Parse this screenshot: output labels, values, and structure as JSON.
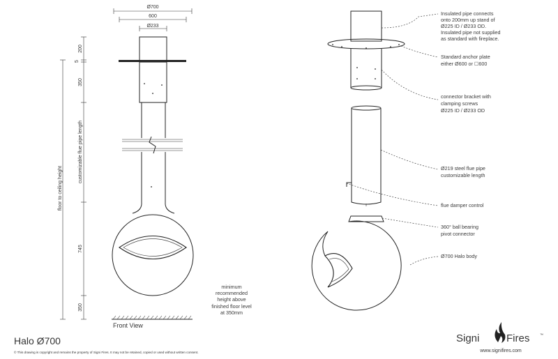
{
  "title": "Halo Ø700",
  "view_label": "Front View",
  "copyright": "© This drawing is copyright and remains the property of Signi Fires. It may not be retained, copied or used without written consent.",
  "brand": {
    "name_left": "Signi",
    "name_right": "Fires",
    "tm": "™",
    "url": "www.signifires.com",
    "flame_color": "#222222"
  },
  "dimensions": {
    "top": [
      "Ø700",
      "600",
      "Ø233"
    ],
    "vertical": [
      "200",
      "5",
      "350",
      "745",
      "350"
    ],
    "floor_to_ceiling": "floor to ceiling height",
    "flue_length": "customizable flue pipe length"
  },
  "min_height_note": [
    "minimum",
    "recommended",
    "height above",
    "finished floor level",
    "at 350mm"
  ],
  "callouts": [
    {
      "id": "insulated-pipe",
      "lines": [
        "Insulated pipe connects",
        "onto 200mm up stand of",
        "Ø225 ID / Ø233 OD.",
        "Insulated pipe not supplied",
        "as standard with fireplace."
      ]
    },
    {
      "id": "anchor-plate",
      "lines": [
        "Standard anchor plate",
        "either Ø600 or ☐600"
      ]
    },
    {
      "id": "connector-bracket",
      "lines": [
        "connector bracket with",
        "clamping screws",
        "Ø225 ID / Ø233 OD"
      ]
    },
    {
      "id": "flue-pipe",
      "lines": [
        "Ø219 steel flue pipe",
        "customizable length"
      ]
    },
    {
      "id": "damper",
      "lines": [
        "flue damper control"
      ]
    },
    {
      "id": "bearing",
      "lines": [
        "360° ball bearing",
        "pivot connector"
      ]
    },
    {
      "id": "body",
      "lines": [
        "Ø700 Halo body"
      ]
    }
  ]
}
